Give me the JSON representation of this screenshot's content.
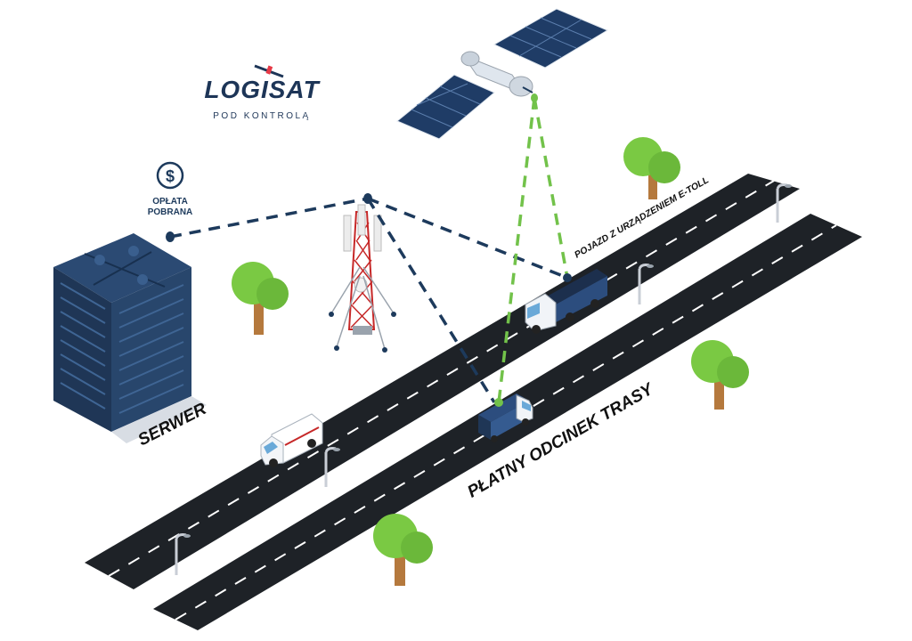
{
  "logo": {
    "wordmark": "LOGISAT",
    "tagline": "POD KONTROLĄ"
  },
  "payment": {
    "symbol": "$",
    "line1": "OPŁATA",
    "line2": "POBRANA"
  },
  "labels": {
    "server": "SERWER",
    "vehicle_device": "POJAZD Z URZĄDZENIEM E-TOLL",
    "toll_section": "PŁATNY ODCINEK TRASY"
  },
  "colors": {
    "brand_navy": "#1d3557",
    "brand_red": "#e63946",
    "road": "#1e2227",
    "gsm_link": "#1d3a5c",
    "gps_link": "#72c24a",
    "server_dark": "#1f3656",
    "tree_green": "#7ac943",
    "trunk": "#b5793d"
  }
}
